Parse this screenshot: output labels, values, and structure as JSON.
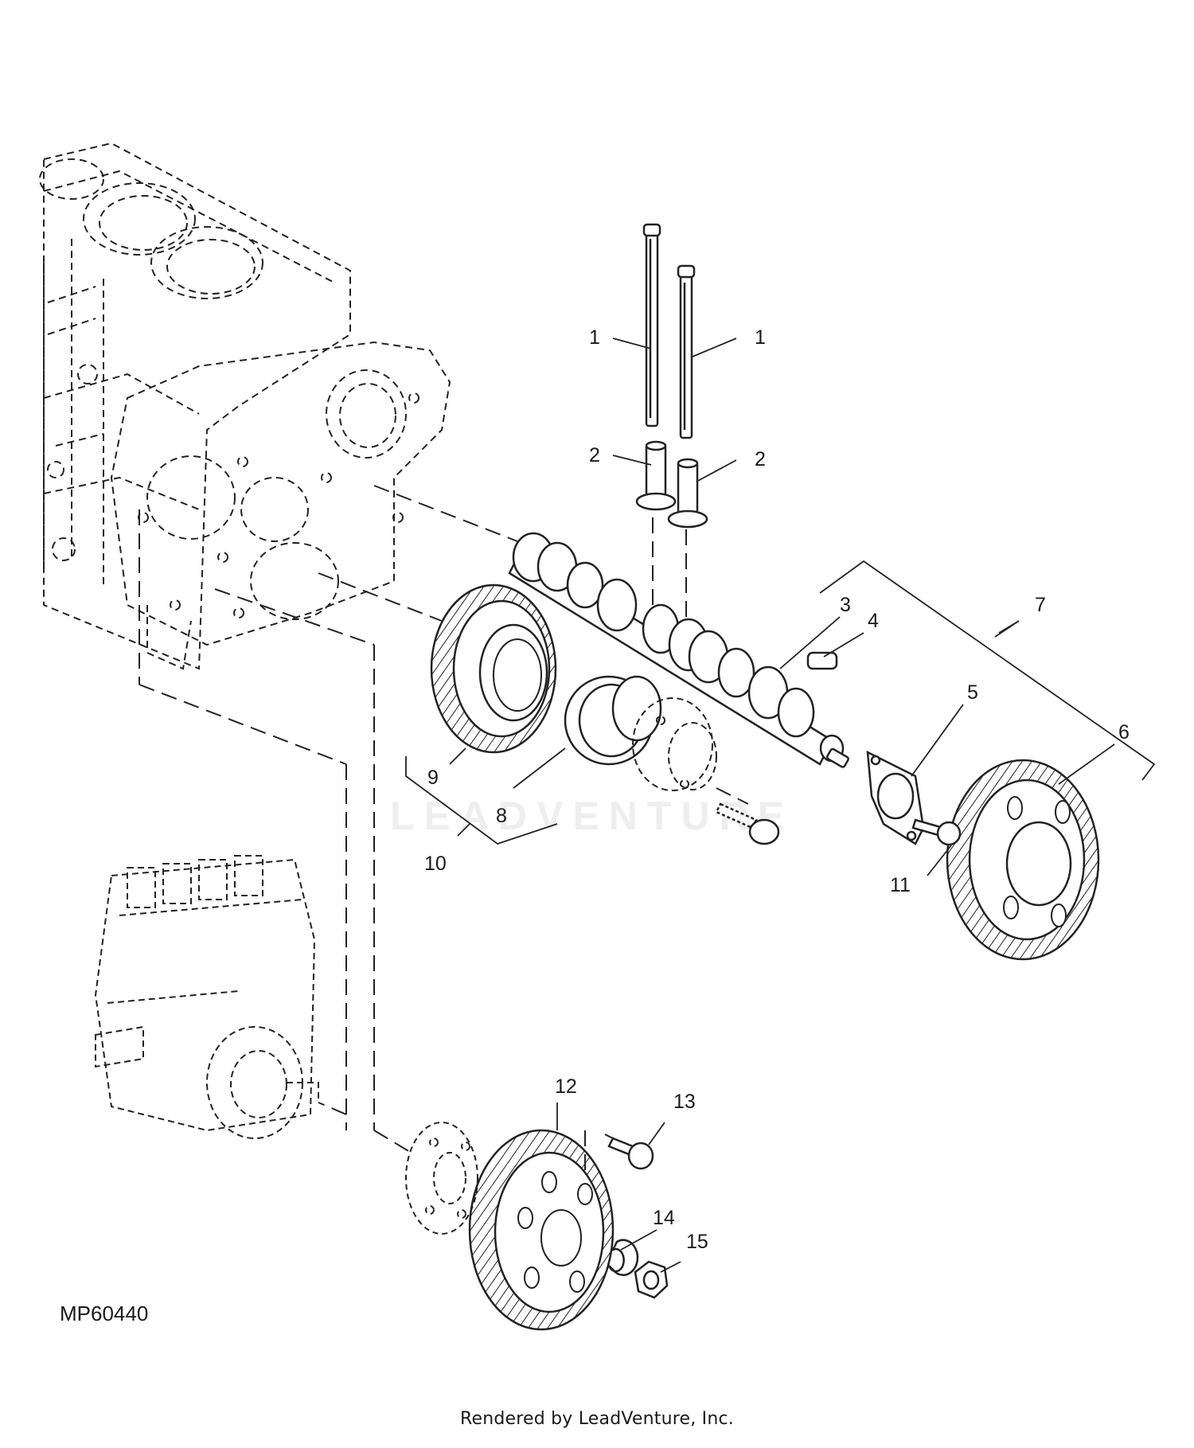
{
  "figure_id": "MP60440",
  "credit": "Rendered by LeadVenture, Inc.",
  "watermark": "LEADVENTURE",
  "callouts": [
    {
      "id": "c1a",
      "text": "1"
    },
    {
      "id": "c1b",
      "text": "1"
    },
    {
      "id": "c2a",
      "text": "2"
    },
    {
      "id": "c2b",
      "text": "2"
    },
    {
      "id": "c3",
      "text": "3"
    },
    {
      "id": "c4",
      "text": "4"
    },
    {
      "id": "c5",
      "text": "5"
    },
    {
      "id": "c6",
      "text": "6"
    },
    {
      "id": "c7",
      "text": "7"
    },
    {
      "id": "c8",
      "text": "8"
    },
    {
      "id": "c9",
      "text": "9"
    },
    {
      "id": "c10",
      "text": "10"
    },
    {
      "id": "c11",
      "text": "11"
    },
    {
      "id": "c12",
      "text": "12"
    },
    {
      "id": "c13",
      "text": "13"
    },
    {
      "id": "c14",
      "text": "14"
    },
    {
      "id": "c15",
      "text": "15"
    }
  ]
}
